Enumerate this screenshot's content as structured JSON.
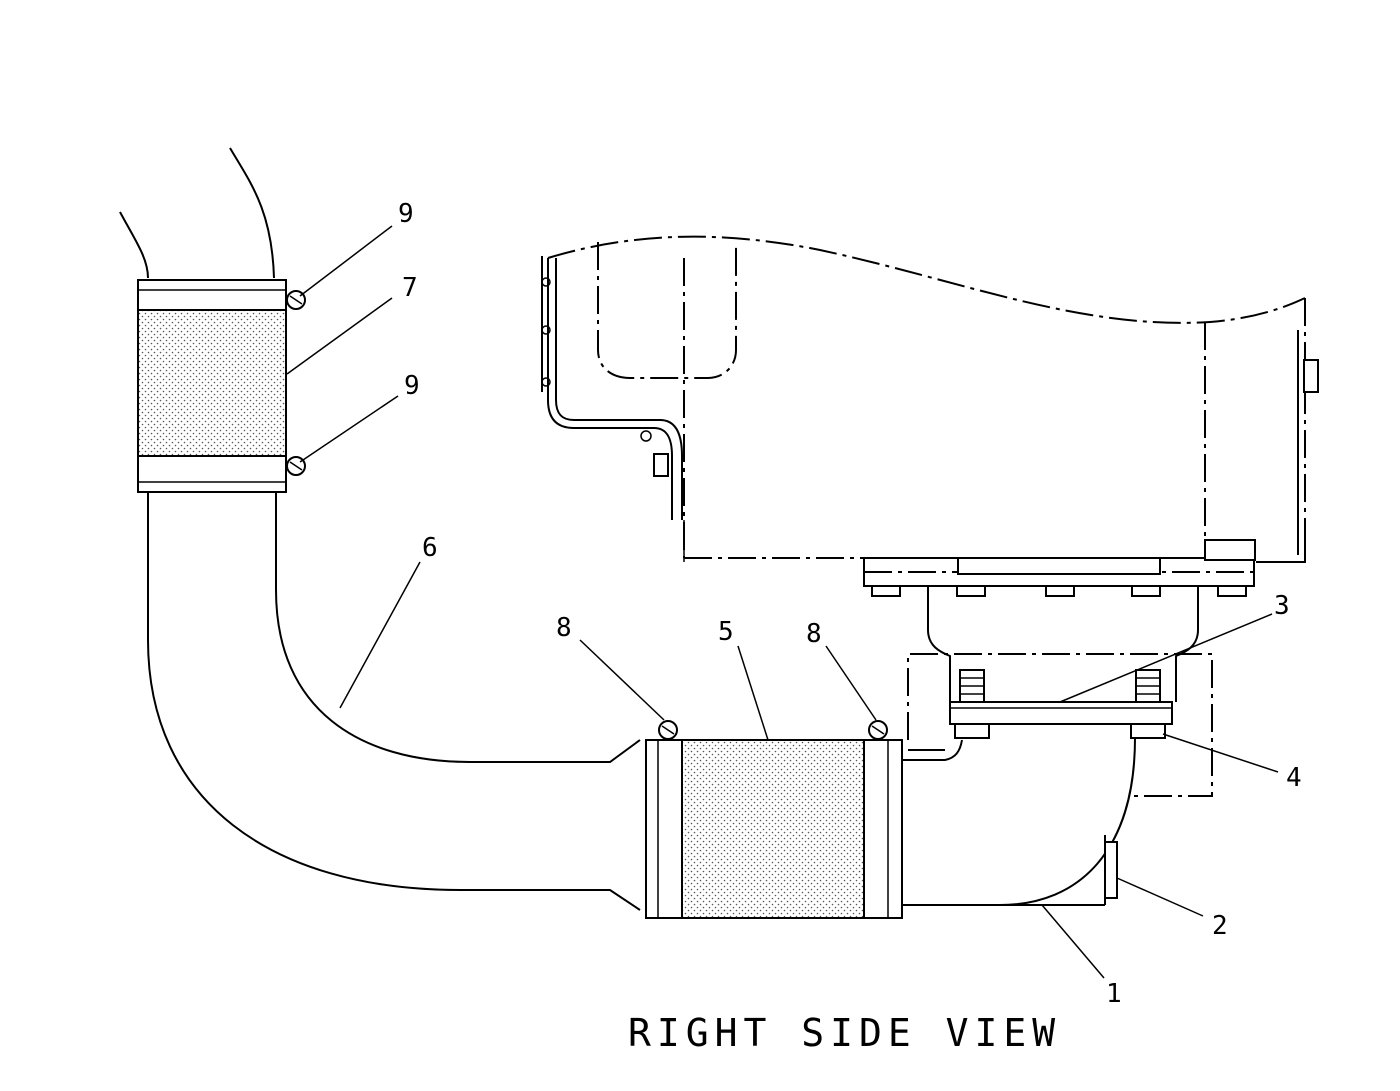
{
  "view_title": "RIGHT SIDE VIEW",
  "callouts": {
    "c1": "1",
    "c2": "2",
    "c3": "3",
    "c4": "4",
    "c5": "5",
    "c6": "6",
    "c7": "7",
    "c8a": "8",
    "c8b": "8",
    "c9a": "9",
    "c9b": "9"
  },
  "colors": {
    "line": "#000000",
    "background": "#ffffff",
    "stipple": "#555555"
  }
}
